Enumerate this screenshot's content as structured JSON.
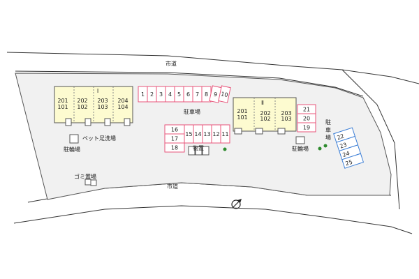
{
  "roads": {
    "top": "市道",
    "bottom": "市道"
  },
  "buildings": [
    {
      "name": "Ⅰ",
      "rooms_upper": [
        "201",
        "202",
        "203",
        "204"
      ],
      "rooms_lower": [
        "101",
        "102",
        "103",
        "104"
      ]
    },
    {
      "name": "Ⅱ",
      "rooms_upper": [
        "201",
        "202",
        "203"
      ],
      "rooms_lower": [
        "101",
        "102",
        "103"
      ]
    }
  ],
  "parking": {
    "label": "駐車場",
    "label_vertical": "駐車場",
    "row_top": [
      "1",
      "2",
      "3",
      "4",
      "5",
      "6",
      "7",
      "8",
      "9",
      "10"
    ],
    "col_left": [
      "16",
      "17",
      "18"
    ],
    "row_mid": [
      "15",
      "14",
      "13",
      "12",
      "11"
    ],
    "col_right": [
      "21",
      "20",
      "19"
    ],
    "col_blue": [
      "22",
      "23",
      "24",
      "25"
    ]
  },
  "facilities": {
    "pet_wash": "ペット足洗場",
    "bike_left": "駐輪場",
    "bike_right": "駐輪場",
    "storage": "物置",
    "garbage": "ゴミ置場"
  },
  "colors": {
    "building_fill": "#fdfbd0",
    "parking_pink": "#e8547a",
    "parking_blue": "#3d7fd6",
    "site_fill": "#f1f1f1",
    "tree": "#2e8b2e"
  },
  "icons": [
    "compass-icon"
  ]
}
